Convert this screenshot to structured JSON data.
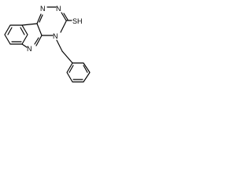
{
  "molecule": {
    "atoms": {
      "n_top_left": "N",
      "n_top_right": "N",
      "sh_group": "SH",
      "n_ring": "N",
      "n_indole": "N"
    }
  },
  "colors": {
    "bond": "#000000",
    "label": "#000000",
    "background": "#ffffff"
  }
}
